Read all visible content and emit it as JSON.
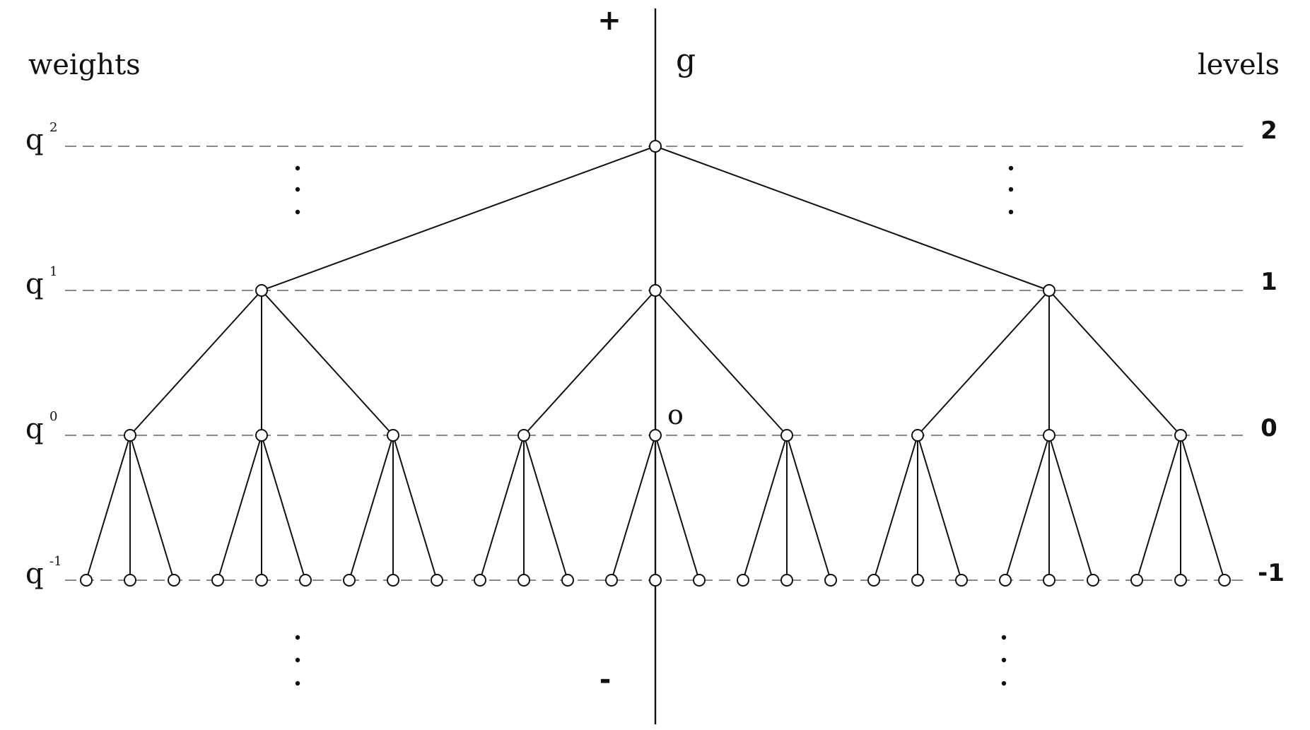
{
  "header": {
    "weights_label": "weights",
    "axis_label": "g",
    "levels_label": "levels"
  },
  "axis": {
    "plus_label": "+",
    "minus_label": "-",
    "origin_label": "o"
  },
  "weights": [
    {
      "base": "q",
      "exp": "2"
    },
    {
      "base": "q",
      "exp": "1"
    },
    {
      "base": "q",
      "exp": "0"
    },
    {
      "base": "q",
      "exp": "-1"
    }
  ],
  "levels": [
    "2",
    "1",
    "0",
    "-1"
  ],
  "tree": {
    "branching": 3,
    "top_level": 2,
    "bottom_level": -1,
    "continues_above": true,
    "continues_below": true
  }
}
